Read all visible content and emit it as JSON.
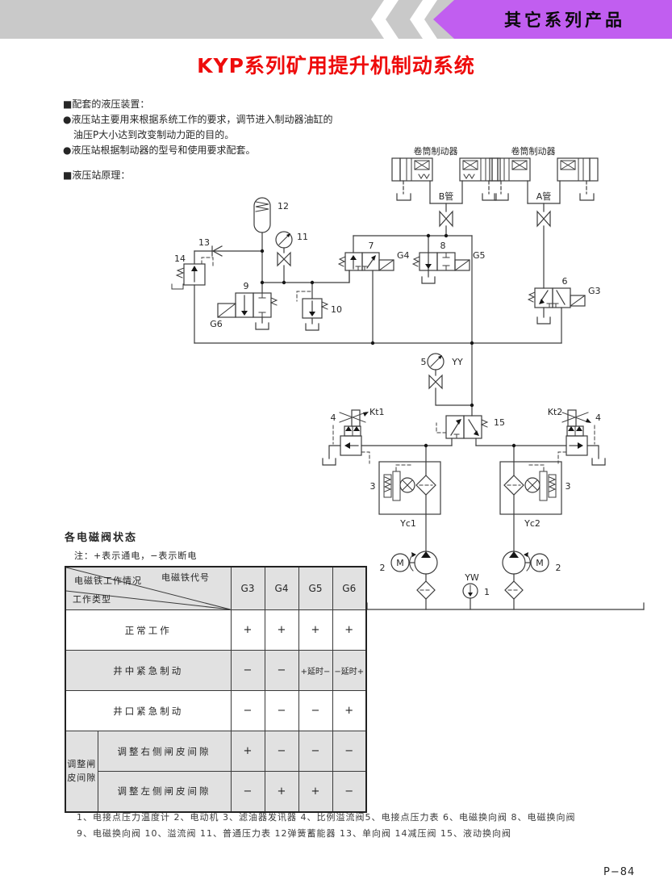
{
  "header": {
    "banner": "其它系列产品"
  },
  "page_title": "KYP系列矿用提升机制动系统",
  "intro": {
    "line1": "■配套的液压装置：",
    "line2": "●液压站主要用来根据系统工作的要求，调节进入制动器油缸的",
    "line3": "油压P大小达到改变制动力距的目的。",
    "line4": "●液压站根据制动器的型号和使用要求配套。",
    "line5": "■液压站原理："
  },
  "diagram": {
    "labels": {
      "brake_b": "卷筒制动器",
      "brake_a": "卷筒制动器",
      "pipe_b": "B管",
      "pipe_a": "A管",
      "c12": "12",
      "c13": "13",
      "c14": "14",
      "c11": "11",
      "c9": "9",
      "g6": "G6",
      "c10": "10",
      "c7": "7",
      "g4": "G4",
      "c8": "8",
      "g5": "G5",
      "c6": "6",
      "g3": "G3",
      "c5": "5",
      "yy": "YY",
      "c15": "15",
      "kt1": "Kt1",
      "kt2": "Kt2",
      "c4_left": "4",
      "c4_right": "4",
      "c3_left": "3",
      "c3_right": "3",
      "yc1": "Yc1",
      "yc2": "Yc2",
      "c2_left": "2",
      "c2_right": "2",
      "m_left": "M",
      "m_right": "M",
      "yw": "YW",
      "c1": "1"
    }
  },
  "table": {
    "title": "各电磁阀状态",
    "note": "注：+表示通电，−表示断电",
    "corner": {
      "top": "电磁铁工作情况",
      "right": "电磁铁代号",
      "bottom": "工作类型"
    },
    "columns": [
      "G3",
      "G4",
      "G5",
      "G6"
    ],
    "group_label": "调整闸皮间隙",
    "rows": [
      {
        "label": "正常工作",
        "values": [
          "+",
          "+",
          "+",
          "+"
        ]
      },
      {
        "label": "井中紧急制动",
        "values": [
          "−",
          "−",
          "+延时−",
          "−延时+"
        ]
      },
      {
        "label": "井口紧急制动",
        "values": [
          "−",
          "−",
          "−",
          "+"
        ]
      },
      {
        "label": "调整右侧闸皮间隙",
        "values": [
          "+",
          "−",
          "−",
          "−"
        ]
      },
      {
        "label": "调整左侧闸皮间隙",
        "values": [
          "−",
          "+",
          "+",
          "−"
        ]
      }
    ]
  },
  "notes": {
    "line1": "1、电接点压力温度计 2、电动机 3、滤油器发讯器 4、比例溢流阀5、电接点压力表 6、电磁换向阀 8、电磁换向阀",
    "line2": "9、电磁换向阀 10、溢流阀 11、普通压力表 12弹簧蓄能器 13、单向阀 14减压阀 15、液动换向阀"
  },
  "page_number": "P−84",
  "colors": {
    "banner_purple": "#c15ef0",
    "bar_gray": "#c9c9c9",
    "title_red": "#ee0c0c",
    "table_shade": "#e1e1e1",
    "line": "#3c3c3c"
  }
}
